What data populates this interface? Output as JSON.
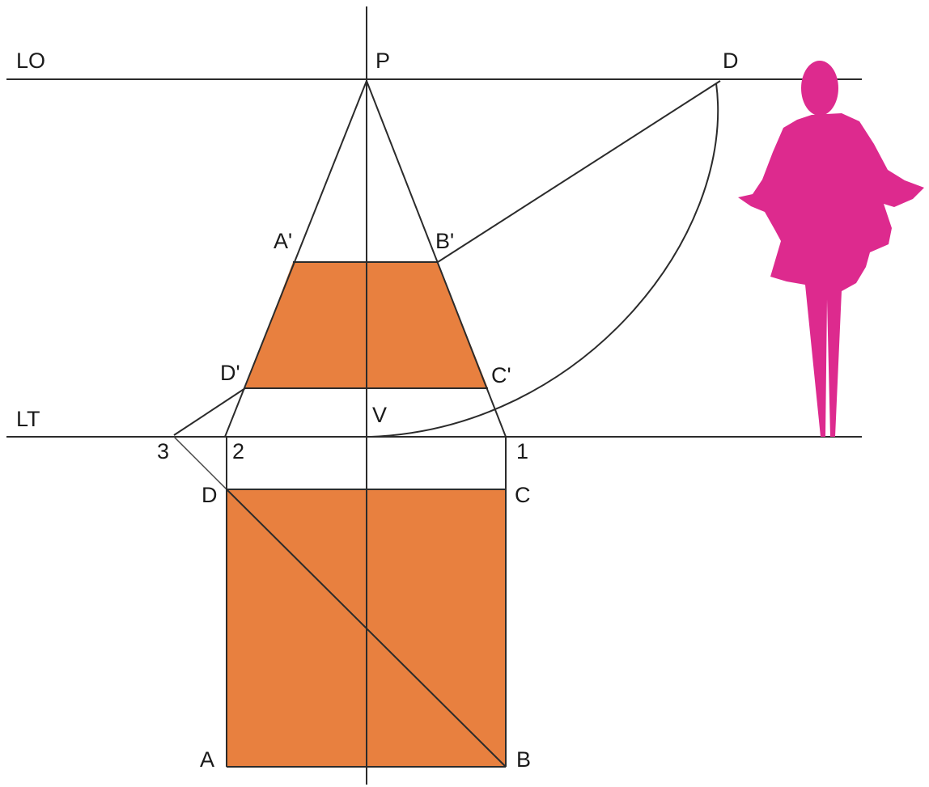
{
  "diagram": {
    "colors": {
      "square_fill": "#e8803f",
      "figure_fill": "#dd2a8e",
      "line": "#2b2b2b",
      "background": "#ffffff"
    },
    "line_labels": {
      "horizon": "LO",
      "ground": "LT"
    },
    "point_labels": {
      "principal_point": "P",
      "distance_point": "D",
      "a_prime": "A'",
      "b_prime": "B'",
      "c_prime": "C'",
      "d_prime": "D'",
      "v": "V",
      "one": "1",
      "two": "2",
      "three": "3",
      "d": "D",
      "c": "C",
      "a": "A",
      "b": "B"
    },
    "figure_icon": "woman-silhouette-icon"
  }
}
